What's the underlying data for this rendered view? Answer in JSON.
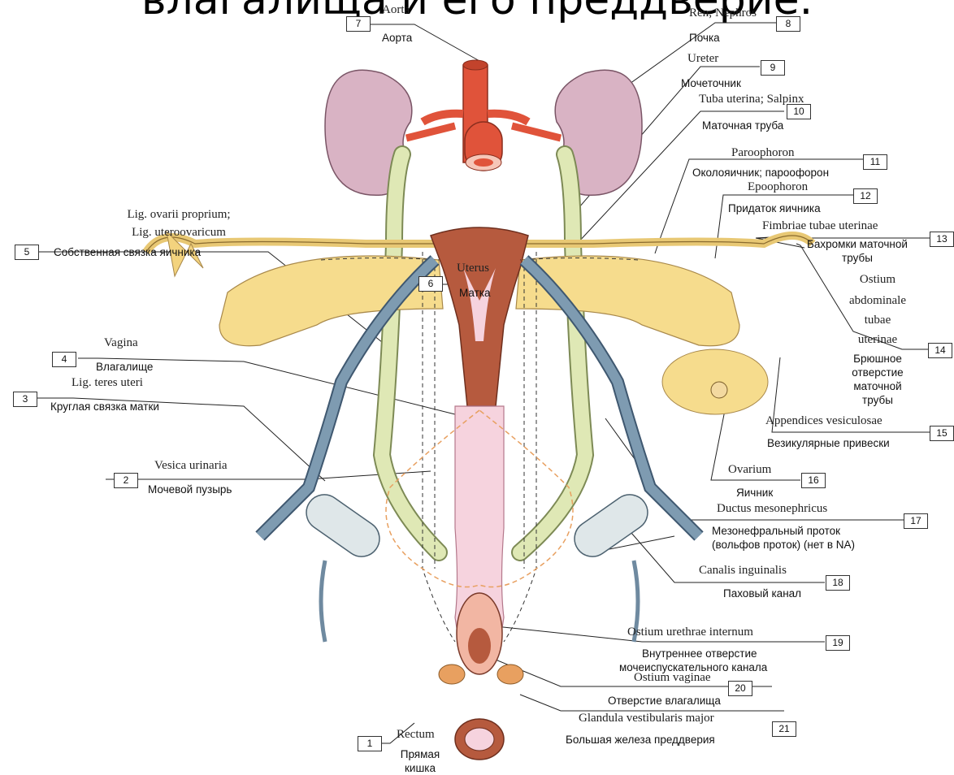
{
  "title": "влагалища и его преддверие.",
  "labels": {
    "l1": {
      "num": "1",
      "latin": "Rectum",
      "russian": [
        "Прямая",
        "кишка"
      ]
    },
    "l2": {
      "num": "2",
      "latin": "Vesica urinaria",
      "russian": "Мочевой пузырь"
    },
    "l3": {
      "num": "3",
      "latin": "Lig. teres uteri",
      "russian": "Круглая связка матки"
    },
    "l4": {
      "num": "4",
      "latin": "Vagina",
      "russian": "Влагалище"
    },
    "l5": {
      "num": "5",
      "latin": [
        "Lig. ovarii proprium;",
        "Lig. uteroovaricum"
      ],
      "russian": "Собственная связка яичника"
    },
    "l6": {
      "num": "6",
      "latin": "Uterus",
      "russian": "Матка"
    },
    "l7": {
      "num": "7",
      "latin": "Aorta",
      "russian": "Аорта"
    },
    "l8": {
      "num": "8",
      "latin": "Ren; Nephros",
      "russian": "Почка"
    },
    "l9": {
      "num": "9",
      "latin": "Ureter",
      "russian": "Мочеточник"
    },
    "l10": {
      "num": "10",
      "latin": "Tuba uterina; Salpinx",
      "russian": "Маточная труба"
    },
    "l11": {
      "num": "11",
      "latin": "Paroophoron",
      "russian": "Околояичник; пароофорон"
    },
    "l12": {
      "num": "12",
      "latin": "Epoophoron",
      "russian": "Придаток яичника"
    },
    "l13": {
      "num": "13",
      "latin": "Fimbriae tubae uterinae",
      "russian": [
        "Бахромки маточной",
        "трубы"
      ]
    },
    "l14": {
      "num": "14",
      "latin": [
        "Ostium",
        "abdominale",
        "tubae",
        "uterinae"
      ],
      "russian": [
        "Брюшное",
        "отверстие",
        "маточной",
        "трубы"
      ]
    },
    "l15": {
      "num": "15",
      "latin": "Appendices vesiculosae",
      "russian": "Везикулярные привески"
    },
    "l16": {
      "num": "16",
      "latin": "Ovarium",
      "russian": "Яичник"
    },
    "l17": {
      "num": "17",
      "latin": "Ductus mesonephricus",
      "russian": [
        "Мезонефральный проток",
        "(вольфов проток) (нет в NA)"
      ]
    },
    "l18": {
      "num": "18",
      "latin": "Canalis inguinalis",
      "russian": "Паховый канал"
    },
    "l19": {
      "num": "19",
      "latin": "Ostium urethrae internum",
      "russian": [
        "Внутреннее отверстие",
        "мочеиспускательного канала"
      ]
    },
    "l20": {
      "num": "20",
      "latin": "Ostium vaginae",
      "russian": "Отверстие влагалища"
    },
    "l21": {
      "num": "21",
      "latin": "Glandula vestibularis major",
      "russian": "Большая железа преддверия"
    }
  },
  "colors": {
    "kidney": "#d9b3c4",
    "artery": "#e0533a",
    "ureter": "#dfe8b5",
    "uterus": "#b65a3e",
    "vagina": "#f6d3de",
    "ovary": "#f6dc8d",
    "ligament": "#5e7c91",
    "tube": "#f3d9a0",
    "epoophoron": "#d98a2a",
    "duct": "#e8a060"
  }
}
